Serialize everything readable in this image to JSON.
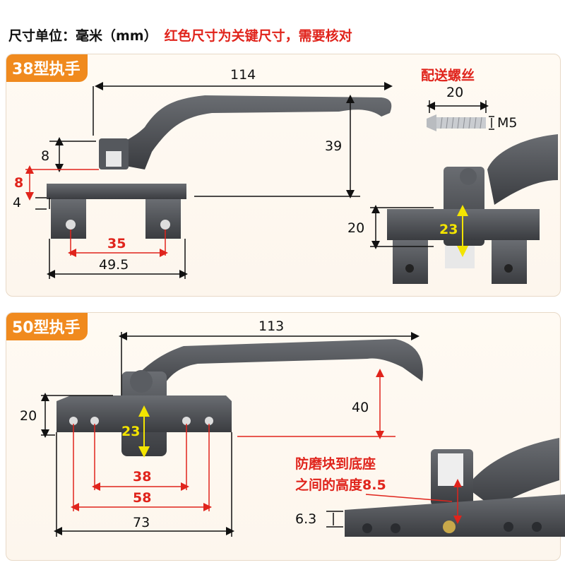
{
  "header": {
    "unit_text": "尺寸单位：毫米（mm）",
    "key_text": "红色尺寸为关键尺寸，需要核对"
  },
  "panel38": {
    "title": "38型执手",
    "dims": {
      "length": "114",
      "height": "39",
      "top_block": "8",
      "gap_red": "8",
      "base": "4",
      "hole_spacing": "35",
      "base_width": "49.5",
      "detail_height": "20",
      "detail_yellow": "23"
    },
    "screw": {
      "label": "配送螺丝",
      "length": "20",
      "thread": "M5"
    }
  },
  "panel50": {
    "title": "50型执手",
    "dims": {
      "length": "113",
      "height": "40",
      "base_height": "20",
      "yellow": "23",
      "hole_inner": "38",
      "hole_outer": "58",
      "base_width": "73",
      "detail_base": "6.3"
    },
    "note_line1": "防磨块到底座",
    "note_line2": "之间的高度8.5"
  },
  "colors": {
    "accent": "#f08a1e",
    "key": "#e0241c",
    "metal": "#4a4c50",
    "yellow": "#f3e400"
  }
}
